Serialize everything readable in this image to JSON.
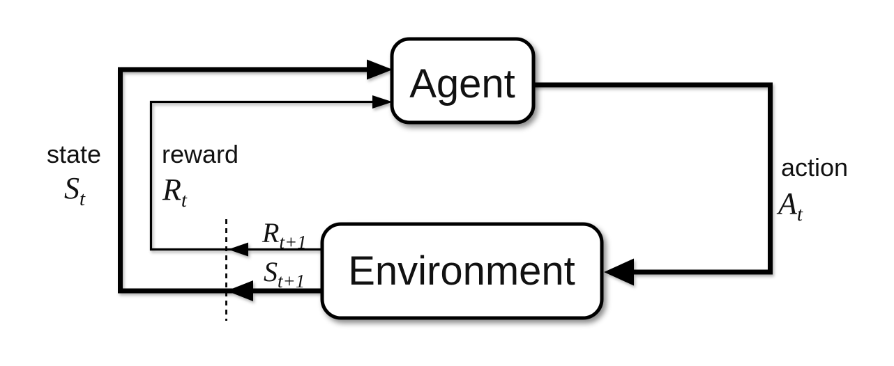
{
  "nodes": {
    "agent": "Agent",
    "environment": "Environment"
  },
  "labels": {
    "state": {
      "word": "state",
      "base": "S",
      "sub": "t"
    },
    "reward": {
      "word": "reward",
      "base": "R",
      "sub": "t"
    },
    "action": {
      "word": "action",
      "base": "A",
      "sub": "t"
    },
    "next_reward": {
      "base": "R",
      "sub": "t+1"
    },
    "next_state": {
      "base": "S",
      "sub": "t+1"
    }
  },
  "colors": {
    "line": "#000000",
    "box_fill": "#ffffff",
    "background": "#ffffff"
  }
}
